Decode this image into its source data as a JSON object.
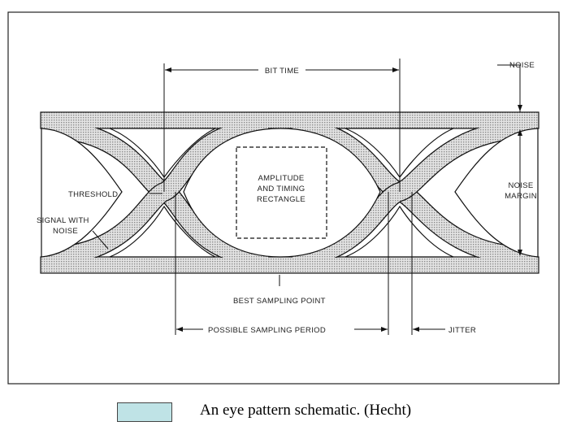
{
  "diagram": {
    "labels": {
      "bit_time": "BIT TIME",
      "noise": "NOISE",
      "amplitude_line1": "AMPLITUDE",
      "amplitude_line2": "AND TIMING",
      "amplitude_line3": "RECTANGLE",
      "threshold": "THRESHOLD",
      "signal_line1": "SIGNAL WITH",
      "signal_line2": "NOISE",
      "noise_margin_line1": "NOISE",
      "noise_margin_line2": "MARGIN",
      "best_sampling_point": "BEST SAMPLING POINT",
      "possible_sampling_period": "POSSIBLE SAMPLING PERIOD",
      "jitter": "JITTER"
    },
    "colors": {
      "band_fill": "#d2d2d2",
      "line": "#111111"
    }
  },
  "caption": {
    "text": "An eye pattern schematic.  (Hecht)",
    "swatch_color": "#bfe3e6"
  }
}
